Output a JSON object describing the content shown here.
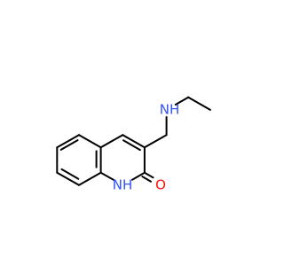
{
  "structure": {
    "atoms": {
      "nh_amine": {
        "label": "NH",
        "color": "#3050f8"
      },
      "nh_ring": {
        "label": "NH",
        "color": "#3050f8"
      },
      "oxygen": {
        "label": "O",
        "color": "#ff0d0d"
      }
    }
  }
}
